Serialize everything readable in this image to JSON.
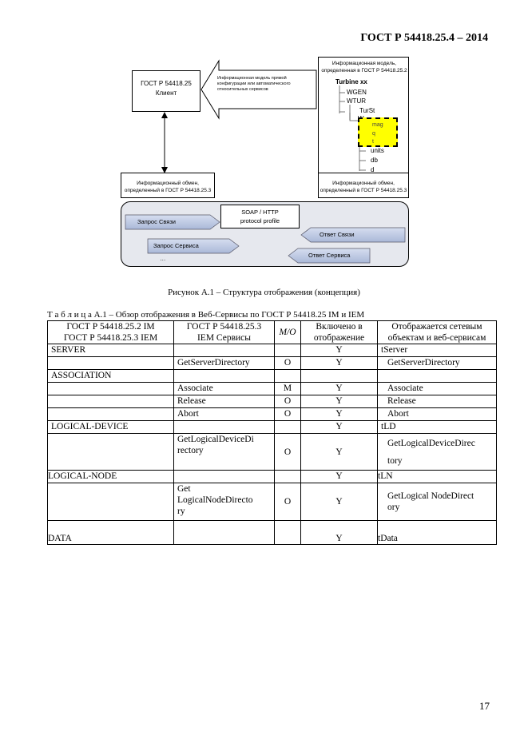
{
  "header": {
    "standard": "ГОСТ Р 54418.25.4 – 2014"
  },
  "figure": {
    "client_box": {
      "line1": "ГОСТ Р 54418.25",
      "line2": "Клиент"
    },
    "arrow_text": "Информационная модель прямой конфигурации или автоматического относительных сервисов",
    "model_title": "Информационная модель, определенная в ГОСТ Р 54418.25.2",
    "tree": [
      "Turbine xx",
      "WGEN",
      "WTUR",
      "TurSt",
      "W",
      "mag",
      "q",
      "t",
      "units",
      "db",
      "d"
    ],
    "exchange_left": "Информационный обмен, определенный в ГОСТ Р 54418.25.3",
    "exchange_right": "Информационный обмен, определенный в ГОСТ Р 54418.25.3",
    "protocol": {
      "line1": "SOAP / HTTP",
      "line2": "protocol profile"
    },
    "arrows": {
      "request_link": "Запрос Связи",
      "request_service": "Запрос Сервиса",
      "ellipsis": "…",
      "response_link": "Ответ Связи",
      "response_service": "Ответ Сервиса"
    },
    "caption": "Рисунок А.1 – Структура отображения (концепция)"
  },
  "table": {
    "title": "Т а б л и ц а А.1 – Обзор отображения в Веб-Сервисы по ГОСТ Р 54418.25 IM и IEM",
    "headers": {
      "col1_line1": "ГОСТ Р 54418.25.2 IM",
      "col1_line2": "ГОСТ Р 54418.25.3 IEM",
      "col2_line1": "ГОСТ Р 54418.25.3",
      "col2_line2": "IEM Сервисы",
      "col3": "M/O",
      "col4_line1": "Включено в",
      "col4_line2": "отображение",
      "col5_line1": "Отображается сетевым",
      "col5_line2": "объектам и веб-сервисам"
    },
    "rows": [
      {
        "model": "SERVER",
        "service": "",
        "mo": "",
        "included": "Y",
        "mapped": "tServer"
      },
      {
        "model": "",
        "service": "GetServerDirectory",
        "mo": "O",
        "included": "Y",
        "mapped": "GetServerDirectory"
      },
      {
        "model": "ASSOCIATION",
        "service": "",
        "mo": "",
        "included": "",
        "mapped": ""
      },
      {
        "model": "",
        "service": "Associate",
        "mo": "M",
        "included": "Y",
        "mapped": "Associate"
      },
      {
        "model": "",
        "service": "Release",
        "mo": "O",
        "included": "Y",
        "mapped": "Release"
      },
      {
        "model": "",
        "service": "Abort",
        "mo": "O",
        "included": "Y",
        "mapped": "Abort"
      },
      {
        "model": "LOGICAL-DEVICE",
        "service": "",
        "mo": "",
        "included": "Y",
        "mapped": "tLD"
      },
      {
        "model": "",
        "service_line1": "GetLogicalDeviceDi",
        "service_line2": "rectory",
        "mo": "O",
        "included": "Y",
        "mapped_line1": "GetLogicalDeviceDirec",
        "mapped_line2": "tory"
      },
      {
        "model": "LOGICAL-NODE",
        "service": "",
        "mo": "",
        "included": "Y",
        "mapped": "tLN"
      },
      {
        "model": "",
        "service_line1": "Get",
        "service_line2": "LogicalNodeDirecto",
        "service_line3": "ry",
        "mo": "O",
        "included": "Y",
        "mapped_line1": "GetLogical NodeDirect",
        "mapped_line2": "ory"
      },
      {
        "model": "DATA",
        "service": "",
        "mo": "",
        "included": "Y",
        "mapped": "tData"
      }
    ]
  },
  "page_number": "17"
}
